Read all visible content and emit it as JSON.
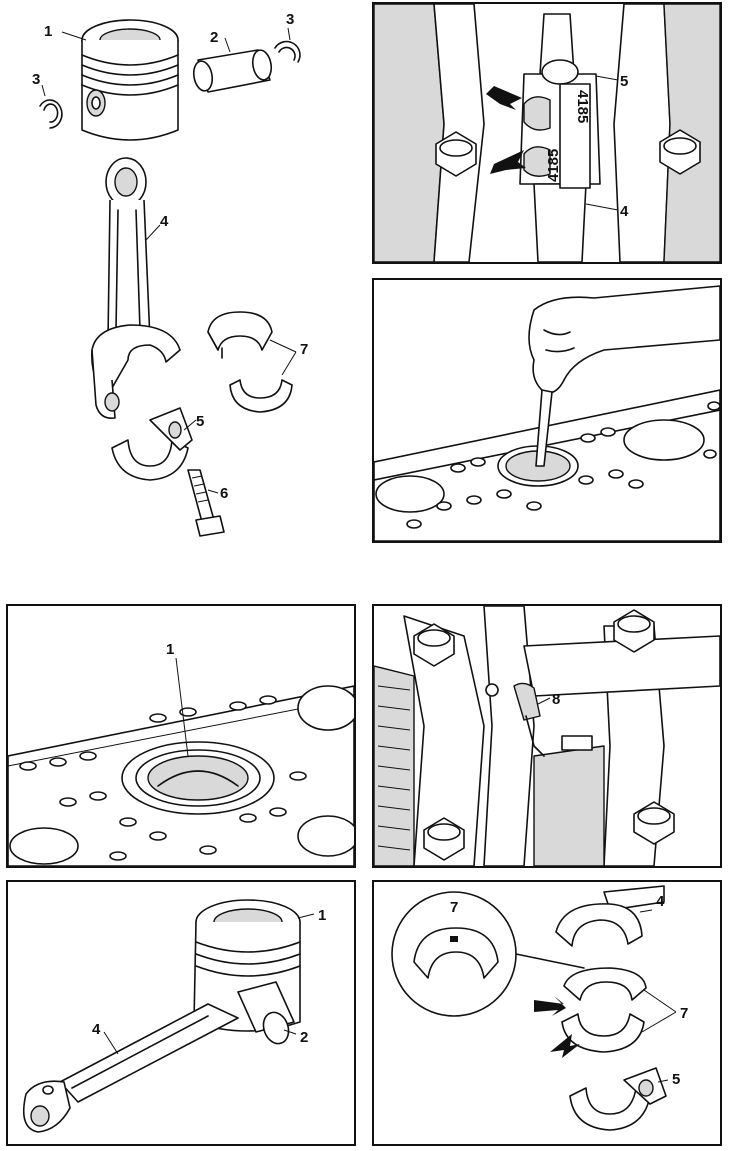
{
  "panel_exploded": {
    "labels": {
      "piston": "1",
      "pin": "2",
      "circlip_left": "3",
      "circlip_right": "3",
      "rod": "4",
      "cap": "5",
      "bolt": "6",
      "shells": "7"
    }
  },
  "panel_rod_marking": {
    "labels": {
      "rod": "4",
      "cap": "5"
    },
    "stamp_upper": "4185",
    "stamp_lower": "4185"
  },
  "panel_bore_probe": {},
  "panel_piston_in_bore": {
    "labels": {
      "piston": "1"
    }
  },
  "panel_crankcase_jet": {
    "labels": {
      "oil_jet": "8"
    }
  },
  "panel_piston_rod": {
    "labels": {
      "piston": "1",
      "pin": "2",
      "rod": "4"
    }
  },
  "panel_bearing_shells": {
    "labels": {
      "shell_detail": "7",
      "rod": "4",
      "shells": "7",
      "cap": "5"
    }
  }
}
